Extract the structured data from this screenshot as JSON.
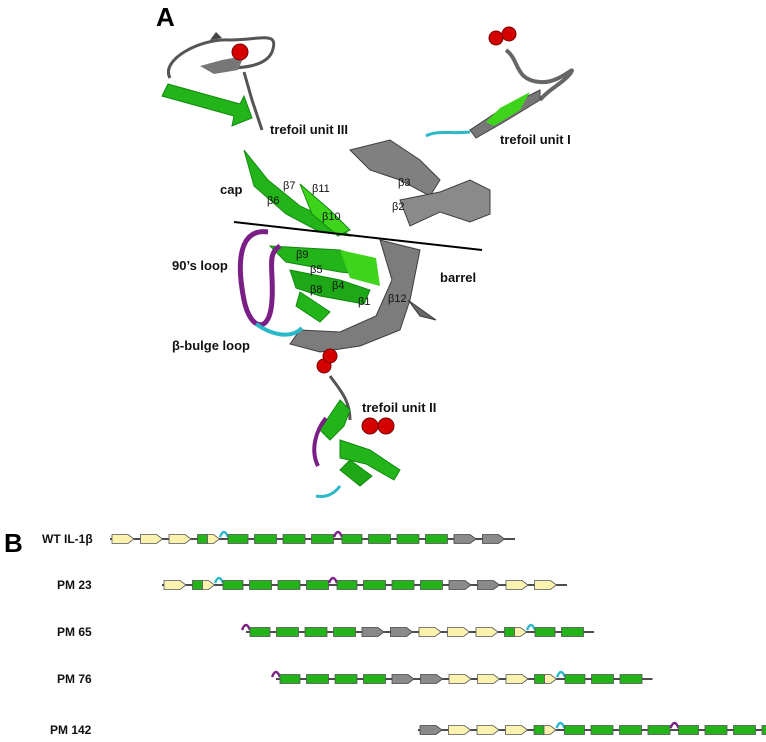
{
  "panel_a": {
    "letter": "A",
    "labels": {
      "trefoil_3": "trefoil unit III",
      "trefoil_1": "trefoil unit I",
      "trefoil_2": "trefoil unit II",
      "cap": "cap",
      "loop_90": "90’s loop",
      "barrel": "barrel",
      "bulge": "β-bulge loop"
    },
    "strands": [
      "β7",
      "β11",
      "β3",
      "β6",
      "β10",
      "β2",
      "β9",
      "β5",
      "β8",
      "β4",
      "β1",
      "β12"
    ]
  },
  "panel_b": {
    "letter": "B",
    "constructs": [
      {
        "name": "WT IL-1β",
        "segments": [
          "y",
          "y",
          "y",
          "ys",
          "c",
          "g",
          "g",
          "g",
          "m",
          "g",
          "g",
          "g",
          "r",
          "r"
        ]
      },
      {
        "name": "PM 23",
        "segments": [
          "y",
          "ys",
          "c",
          "g",
          "g",
          "g",
          "m",
          "g",
          "g",
          "g",
          "r",
          "r",
          "y",
          "y"
        ]
      },
      {
        "name": "PM 65",
        "segments": [
          "m",
          "g",
          "g",
          "g",
          "r",
          "r",
          "y",
          "y",
          "y",
          "ys",
          "c",
          "g"
        ]
      },
      {
        "name": "PM 76",
        "segments": [
          "m",
          "g",
          "g",
          "g",
          "r",
          "r",
          "y",
          "y",
          "y",
          "ys",
          "c",
          "g",
          "g"
        ]
      },
      {
        "name": "PM 142",
        "segments": [
          "r",
          "y",
          "y",
          "y",
          "ys",
          "c",
          "g",
          "g",
          "g",
          "m",
          "g",
          "g",
          "g",
          "r"
        ]
      }
    ]
  },
  "colors": {
    "green": "#22b418",
    "dark_green": "#128a10",
    "gray": "#8a8a8a",
    "dark_gray": "#4a4a4a",
    "purple": "#7a1f86",
    "cyan": "#2ab8c8",
    "red": "#d40000",
    "yellow": "#fbf2b0",
    "line": "#111111"
  }
}
